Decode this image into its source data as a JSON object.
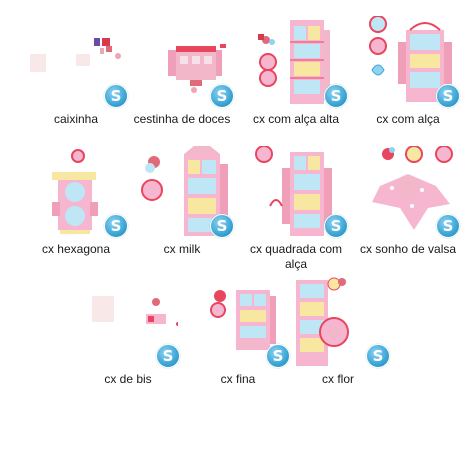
{
  "files": [
    {
      "name": "caixinha",
      "badge_icon": "silhouette-studio-icon"
    },
    {
      "name": "cestinha de doces",
      "badge_icon": "silhouette-studio-icon"
    },
    {
      "name": "cx com alça alta",
      "badge_icon": "silhouette-studio-icon"
    },
    {
      "name": "cx com alça",
      "badge_icon": "silhouette-studio-icon"
    },
    {
      "name": "cx hexagona",
      "badge_icon": "silhouette-studio-icon"
    },
    {
      "name": "cx milk",
      "badge_icon": "silhouette-studio-icon"
    },
    {
      "name": "cx quadrada com alça",
      "badge_icon": "silhouette-studio-icon"
    },
    {
      "name": "cx sonho de valsa",
      "badge_icon": "silhouette-studio-icon"
    },
    {
      "name": "cx de bis",
      "badge_icon": "silhouette-studio-icon"
    },
    {
      "name": "cx fina",
      "badge_icon": "silhouette-studio-icon"
    },
    {
      "name": "cx flor",
      "badge_icon": "silhouette-studio-icon"
    }
  ],
  "colors": {
    "pink": "#f7b6d0",
    "blue": "#bfe6f5",
    "yellow": "#f8e7a0",
    "red": "#e8455e"
  }
}
